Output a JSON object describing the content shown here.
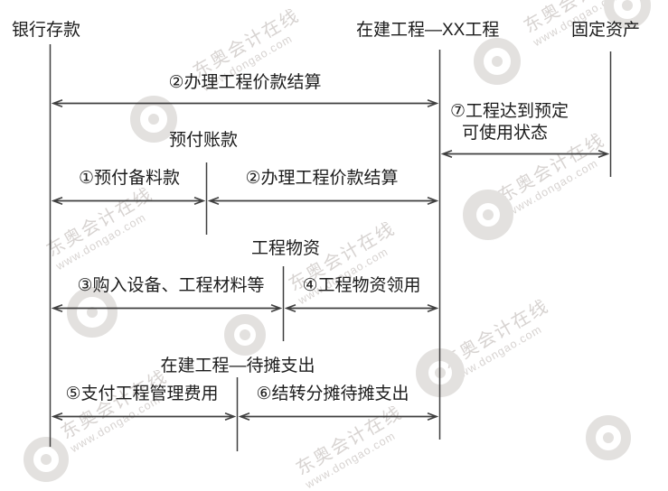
{
  "accounts": {
    "bank": "银行存款",
    "construction_in_progress": "在建工程—XX工程",
    "fixed_assets": "固定资产"
  },
  "sub_accounts": {
    "prepaid": "预付账款",
    "materials": "工程物资",
    "deferred": "在建工程—待摊支出"
  },
  "flows": {
    "settle_top": "②办理工程价款结算",
    "prepay_materials": "①预付备料款",
    "settle_prepaid": "②办理工程价款结算",
    "purchase_equipment": "③购入设备、工程材料等",
    "materials_used": "④工程物资领用",
    "pay_mgmt_fee": "⑤支付工程管理费用",
    "transfer_deferred": "⑥结转分摊待摊支出",
    "ready_for_use_line1": "⑦工程达到预定",
    "ready_for_use_line2": "可使用状态"
  },
  "watermark": {
    "brand": "东奥会计在线",
    "site": "www.dongao.com"
  },
  "colors": {
    "line": "#3f3f3f",
    "text": "#1c1c1c",
    "watermark_text": "#d7d3d1",
    "watermark_shape": "#e3e1df"
  }
}
